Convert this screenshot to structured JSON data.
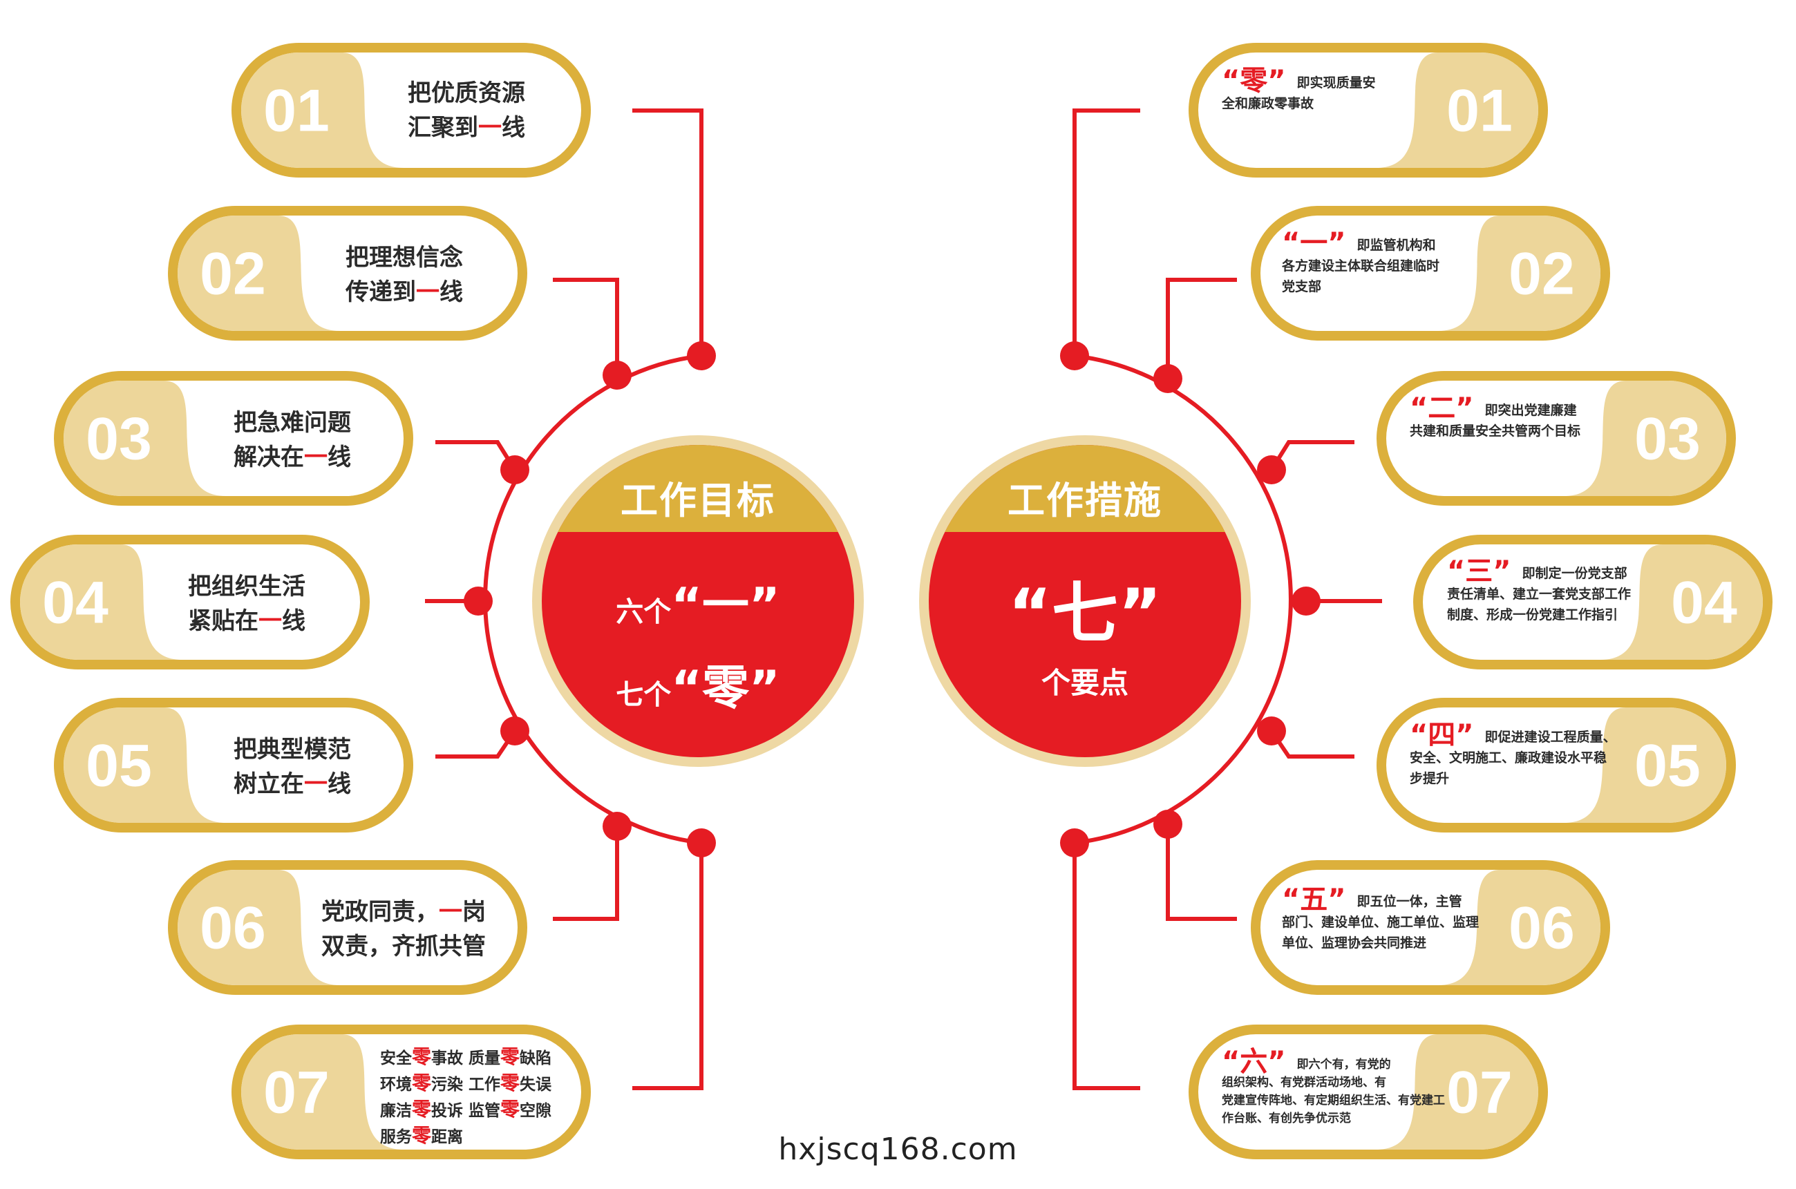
{
  "colors": {
    "gold": "#dcb03c",
    "gold_light": "#edd69a",
    "red": "#e51c23",
    "text": "#2b2b2b"
  },
  "goals": {
    "title": "工作目标",
    "line1_pre": "六个",
    "line1_key": "“一”",
    "line2_pre": "七个",
    "line2_key": "“零”",
    "items": [
      {
        "num": "01",
        "l1": "把优质资源",
        "l2a": "汇聚到",
        "l2b": "一",
        "l2c": "线"
      },
      {
        "num": "02",
        "l1": "把理想信念",
        "l2a": "传递到",
        "l2b": "一",
        "l2c": "线"
      },
      {
        "num": "03",
        "l1": "把急难问题",
        "l2a": "解决在",
        "l2b": "一",
        "l2c": "线"
      },
      {
        "num": "04",
        "l1": "把组织生活",
        "l2a": "紧贴在",
        "l2b": "一",
        "l2c": "线"
      },
      {
        "num": "05",
        "l1": "把典型模范",
        "l2a": "树立在",
        "l2b": "一",
        "l2c": "线"
      },
      {
        "num": "06",
        "l1a": "党政同责，",
        "l1b": "一",
        "l1c": "岗",
        "l2": "双责，齐抓共管"
      },
      {
        "num": "07",
        "rows": [
          {
            "a": "安全",
            "b": "零",
            "c": "事故 质量",
            "d": "零",
            "e": "缺陷"
          },
          {
            "a": "环境",
            "b": "零",
            "c": "污染 工作",
            "d": "零",
            "e": "失误"
          },
          {
            "a": "廉洁",
            "b": "零",
            "c": "投诉 监管",
            "d": "零",
            "e": "空隙"
          },
          {
            "a": "服务",
            "b": "零",
            "c": "距离",
            "d": "",
            "e": ""
          }
        ]
      }
    ]
  },
  "measures": {
    "title": "工作措施",
    "key": "“七”",
    "sub": "个要点",
    "items": [
      {
        "num": "01",
        "key": "“零”",
        "l1": "即实现质量安",
        "l2": "全和廉政零事故",
        "l3": ""
      },
      {
        "num": "02",
        "key": "“一”",
        "l1": "即监管机构和",
        "l2": "各方建设主体联合组建临时",
        "l3": "党支部"
      },
      {
        "num": "03",
        "key": "“二”",
        "l1": "即突出党建廉建",
        "l2": "共建和质量安全共管两个目标",
        "l3": ""
      },
      {
        "num": "04",
        "key": "“三”",
        "l1": "即制定一份党支部",
        "l2": "责任清单、建立一套党支部工作",
        "l3": "制度、形成一份党建工作指引"
      },
      {
        "num": "05",
        "key": "“四”",
        "l1": "即促进建设工程质量、",
        "l2": "安全、文明施工、廉政建设水平稳",
        "l3": "步提升"
      },
      {
        "num": "06",
        "key": "“五”",
        "l1": "即五位一体，主管",
        "l2": "部门、建设单位、施工单位、监理",
        "l3": "单位、监理协会共同推进"
      },
      {
        "num": "07",
        "key": "“六”",
        "l1": "即六个有，有党的",
        "l2": "组织架构、有党群活动场地、有",
        "l3": "党建宣传阵地、有定期组织生活、有党建工作台账、有创先争优示范"
      }
    ]
  },
  "footer": "hxjscq168.com"
}
